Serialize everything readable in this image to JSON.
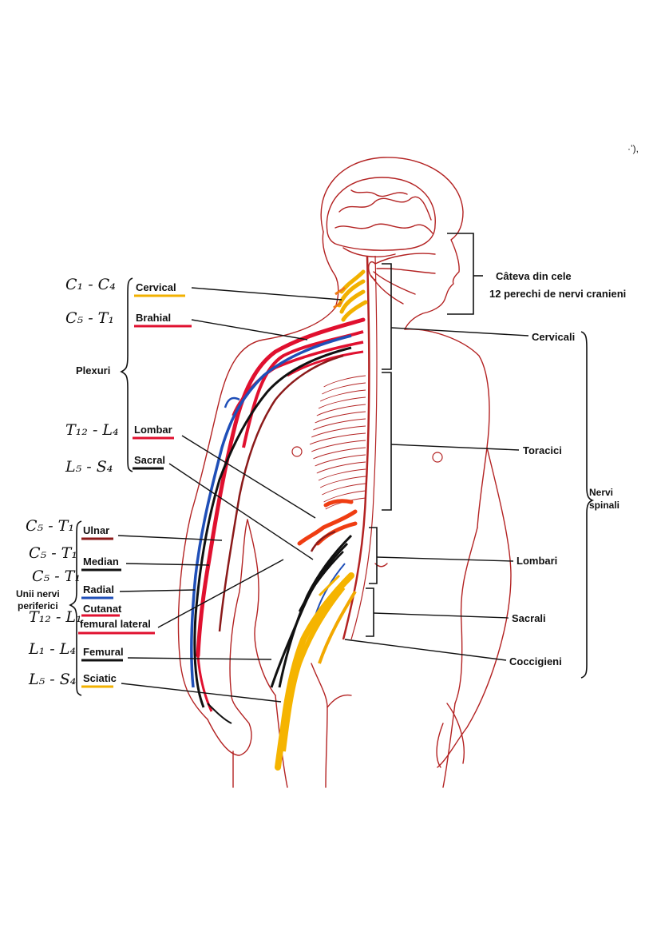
{
  "corner_mark": "·ʼ),",
  "cranial": {
    "line1": "Câteva din cele",
    "line2": "12 perechi de nervi cranieni"
  },
  "plexuses": {
    "group_label": "Plexuri",
    "items": [
      {
        "label": "Cervical",
        "range": "C₁ - C₄",
        "underline": "#f2b100"
      },
      {
        "label": "Brahial",
        "range": "C₅ - T₁",
        "underline": "#e0102f"
      },
      {
        "label": "Lombar",
        "range": "T₁₂ - L₄",
        "underline": "#e0102f"
      },
      {
        "label": "Sacral",
        "range": "L₅ - S₄",
        "underline": "#111111"
      }
    ]
  },
  "peripheral": {
    "group_line1": "Unii nervi",
    "group_line2": "periferici",
    "items": [
      {
        "label": "Ulnar",
        "range": "C₅ - T₁",
        "underline": "#8b1a1a"
      },
      {
        "label": "Median",
        "range": "C₅ - T₁",
        "underline": "#111111"
      },
      {
        "label": "Radial",
        "range": "C₅ - T₁",
        "underline": "#1f4fb8"
      },
      {
        "label_line1": "Cutanat",
        "label_line2": "femural lateral",
        "range": "T₁₂ - L₁",
        "underline": "#e0102f"
      },
      {
        "label": "Femural",
        "range": "L₁ - L₄",
        "underline": "#111111"
      },
      {
        "label": "Sciatic",
        "range": "L₅ - S₄",
        "underline": "#f2b100"
      }
    ]
  },
  "spinal": {
    "group_line1": "Nervi",
    "group_line2": "spinali",
    "items": [
      {
        "label": "Cervicali"
      },
      {
        "label": "Toracici"
      },
      {
        "label": "Lombari"
      },
      {
        "label": "Sacrali"
      },
      {
        "label": "Coccigieni"
      }
    ]
  },
  "colors": {
    "outline": "#b32222",
    "cervical": "#f2b100",
    "brachial": "#e0102f",
    "lumbar": "#ef3d12",
    "radial": "#1f4fb8",
    "black_nerve": "#111111",
    "sciatic": "#f5b400"
  }
}
